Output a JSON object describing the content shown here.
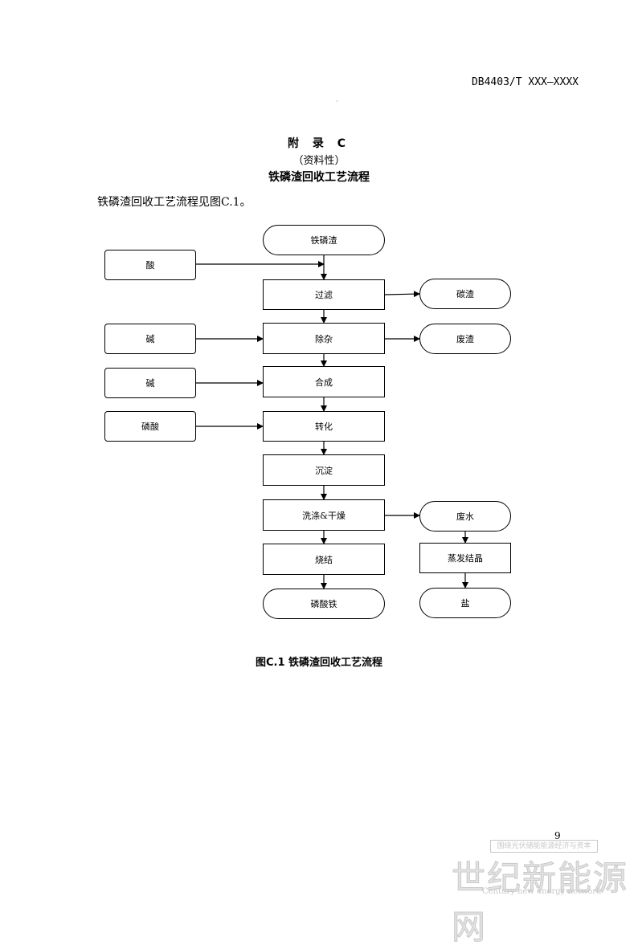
{
  "header": {
    "doc_code": "DB4403/T XXX—XXXX"
  },
  "appendix": {
    "title": "附  录  C",
    "type": "（资料性）",
    "name": "铁磷渣回收工艺流程"
  },
  "intro_text": "铁磷渣回收工艺流程见图C.1。",
  "flowchart": {
    "main": [
      "铁磷渣",
      "过滤",
      "除杂",
      "合成",
      "转化",
      "沉淀",
      "洗涤&干燥",
      "烧结",
      "磷酸铁"
    ],
    "inputs": [
      "酸",
      "碱",
      "碱",
      "磷酸"
    ],
    "outputs": [
      "碳渣",
      "废渣",
      "废水",
      "蒸发结晶",
      "盐"
    ]
  },
  "caption": "图C.1   铁磷渣回收工艺流程",
  "page_number": "9",
  "watermark": {
    "slogan": "围绕光伏储能能源经济与资本",
    "name": "世纪新能源网",
    "name_en": "Century new energy network"
  }
}
